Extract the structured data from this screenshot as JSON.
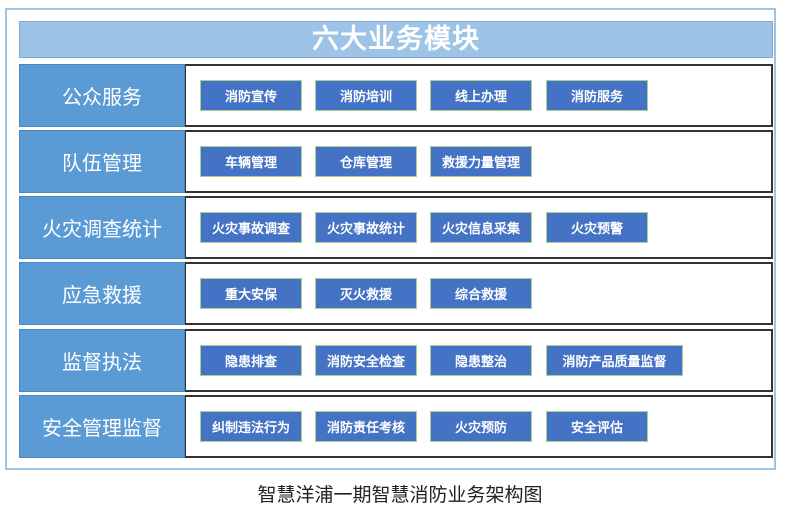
{
  "title": "六大业务模块",
  "rows": [
    {
      "label": "公众服务",
      "items": [
        "消防宣传",
        "消防培训",
        "线上办理",
        "消防服务"
      ]
    },
    {
      "label": "队伍管理",
      "items": [
        "车辆管理",
        "仓库管理",
        "救援力量管理"
      ]
    },
    {
      "label": "火灾调查统计",
      "items": [
        "火灾事故调查",
        "火灾事故统计",
        "火灾信息采集",
        "火灾预警"
      ]
    },
    {
      "label": "应急救援",
      "items": [
        "重大安保",
        "灭火救援",
        "综合救援"
      ]
    },
    {
      "label": "监督执法",
      "items": [
        "隐患排查",
        "消防安全检查",
        "隐患整治",
        "消防产品质量监督"
      ]
    },
    {
      "label": "安全管理监督",
      "items": [
        "纠制违法行为",
        "消防责任考核",
        "火灾预防",
        "安全评估"
      ]
    }
  ],
  "caption": "智慧洋浦一期智慧消防业务架构图"
}
